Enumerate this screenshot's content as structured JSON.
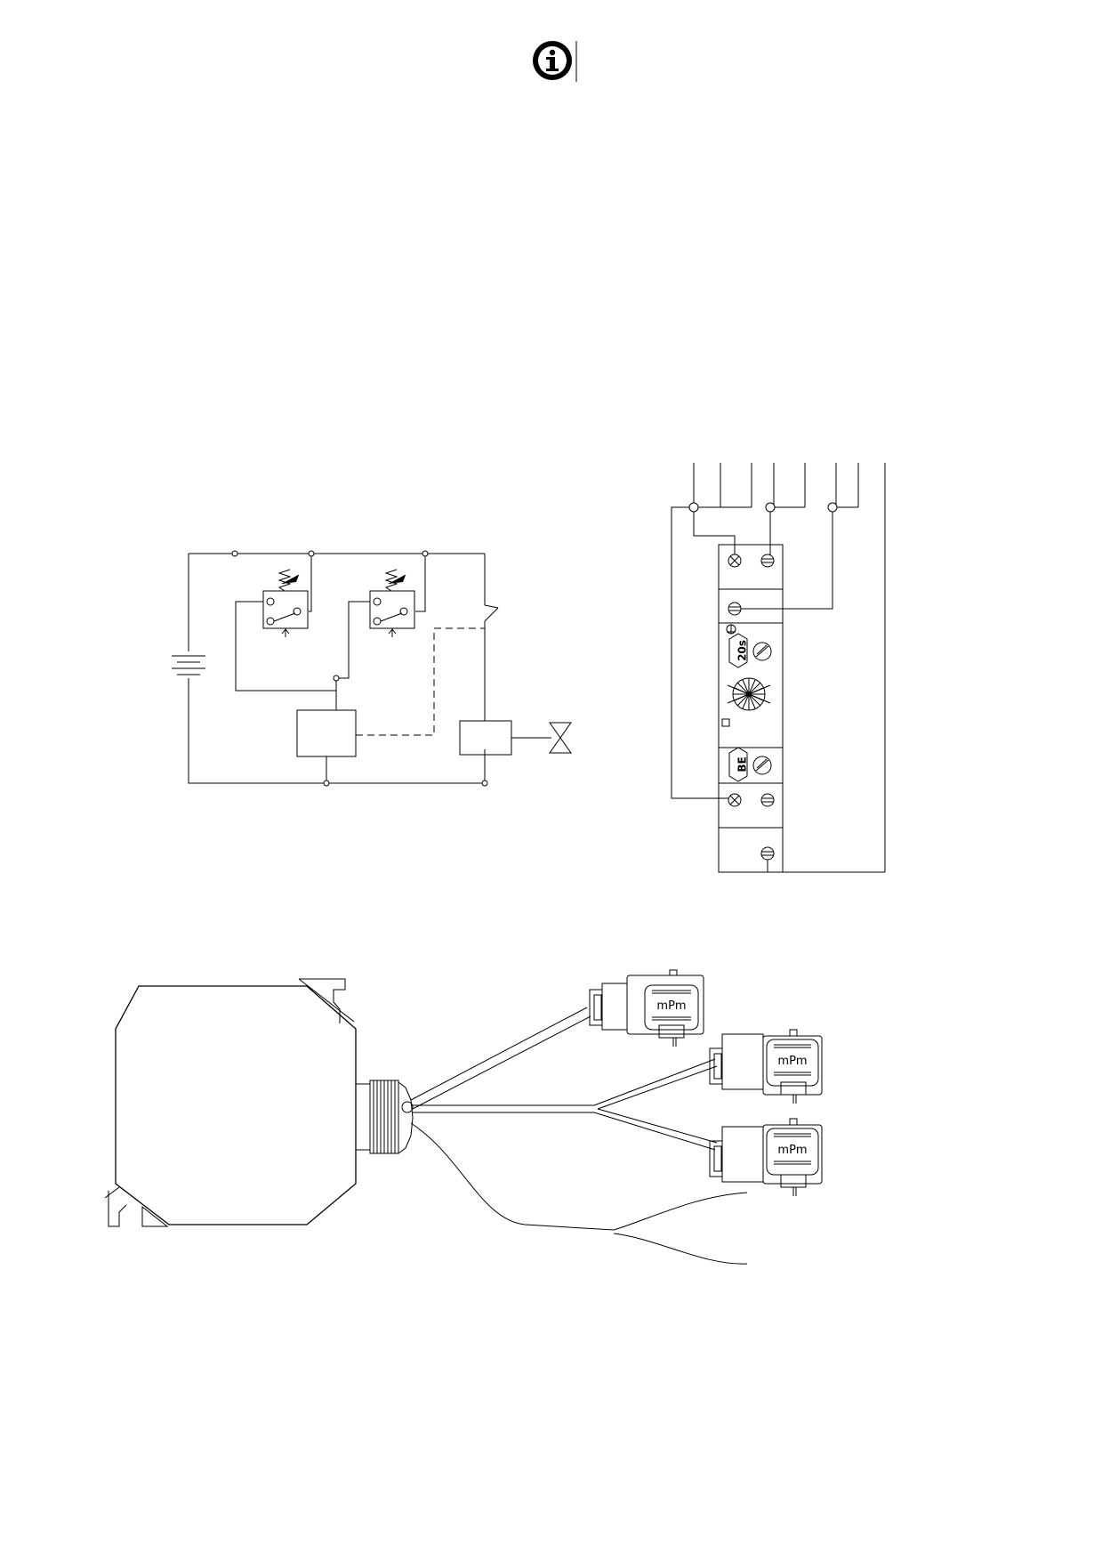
{
  "page": {
    "background": "#ffffff",
    "ink": "#000000"
  },
  "info_icon": {
    "icon": "info-icon"
  },
  "timer_unit": {
    "time_label": "20s",
    "mode_label": "BE"
  },
  "connectors": [
    {
      "label": "mPm"
    },
    {
      "label": "mPm"
    },
    {
      "label": "mPm"
    }
  ]
}
